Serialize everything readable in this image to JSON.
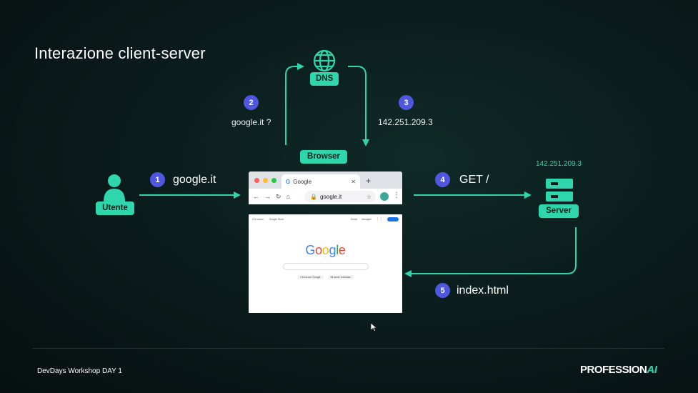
{
  "slide": {
    "title": "Interazione client-server",
    "footer_left": "DevDays Workshop DAY 1",
    "brand_main": "PROFESSION",
    "brand_accent": "AI"
  },
  "nodes": {
    "user_label": "Utente",
    "dns_label": "DNS",
    "browser_label": "Browser",
    "server_label": "Server",
    "server_ip": "142.251.209.3"
  },
  "steps": [
    {
      "num": "1",
      "label": "google.it"
    },
    {
      "num": "2",
      "label": "google.it ?"
    },
    {
      "num": "3",
      "label": "142.251.209.3"
    },
    {
      "num": "4",
      "label": "GET /"
    },
    {
      "num": "5",
      "label": "index.html"
    }
  ],
  "browser": {
    "tab_title": "Google",
    "tab_close": "✕",
    "new_tab": "+",
    "url": "google.it",
    "page_logo": "Google",
    "page_top_left": [
      "Chi siamo",
      "Google Store"
    ],
    "page_top_right": [
      "Gmail",
      "Immagini"
    ],
    "page_buttons": [
      "Cerca con Google",
      "Mi sento fortunato"
    ]
  },
  "colors": {
    "accent": "#2fd6ab",
    "step_badge": "#4f57e0",
    "background": "#0a1a1a"
  }
}
